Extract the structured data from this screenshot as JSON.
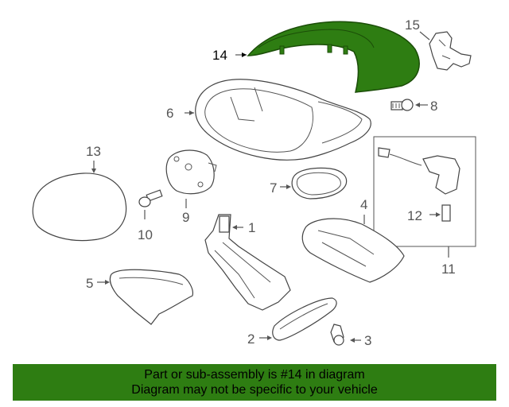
{
  "diagram": {
    "highlight_color": "#2e7d12",
    "callouts": [
      {
        "id": "1",
        "label": "1"
      },
      {
        "id": "2",
        "label": "2"
      },
      {
        "id": "3",
        "label": "3"
      },
      {
        "id": "4",
        "label": "4"
      },
      {
        "id": "5",
        "label": "5"
      },
      {
        "id": "6",
        "label": "6"
      },
      {
        "id": "7",
        "label": "7"
      },
      {
        "id": "8",
        "label": "8"
      },
      {
        "id": "9",
        "label": "9"
      },
      {
        "id": "10",
        "label": "10"
      },
      {
        "id": "11",
        "label": "11"
      },
      {
        "id": "12",
        "label": "12"
      },
      {
        "id": "13",
        "label": "13"
      },
      {
        "id": "14",
        "label": "14",
        "highlighted": true
      },
      {
        "id": "15",
        "label": "15"
      }
    ]
  },
  "banner": {
    "line1": "Part or sub-assembly is #14 in diagram",
    "line2": "Diagram may not be specific to your vehicle",
    "background": "#2e7d12"
  }
}
